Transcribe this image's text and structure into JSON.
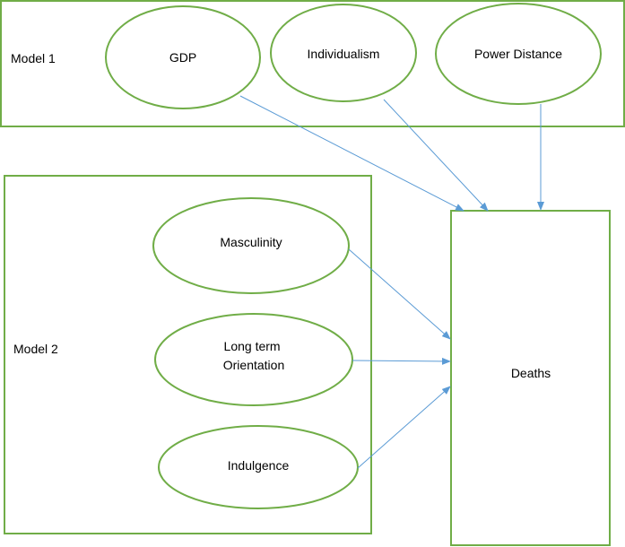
{
  "diagram": {
    "colors": {
      "outline": "#70ad47",
      "arrow": "#5b9bd5",
      "text": "#000000"
    },
    "model1": {
      "label": "Model 1",
      "nodes": {
        "gdp": "GDP",
        "individualism": "Individualism",
        "power_distance": "Power Distance"
      }
    },
    "model2": {
      "label": "Model 2",
      "nodes": {
        "masculinity": "Masculinity",
        "long_term_orientation": [
          "Long term",
          "Orientation"
        ],
        "indulgence": "Indulgence"
      }
    },
    "outcome": {
      "label": "Deaths"
    }
  }
}
